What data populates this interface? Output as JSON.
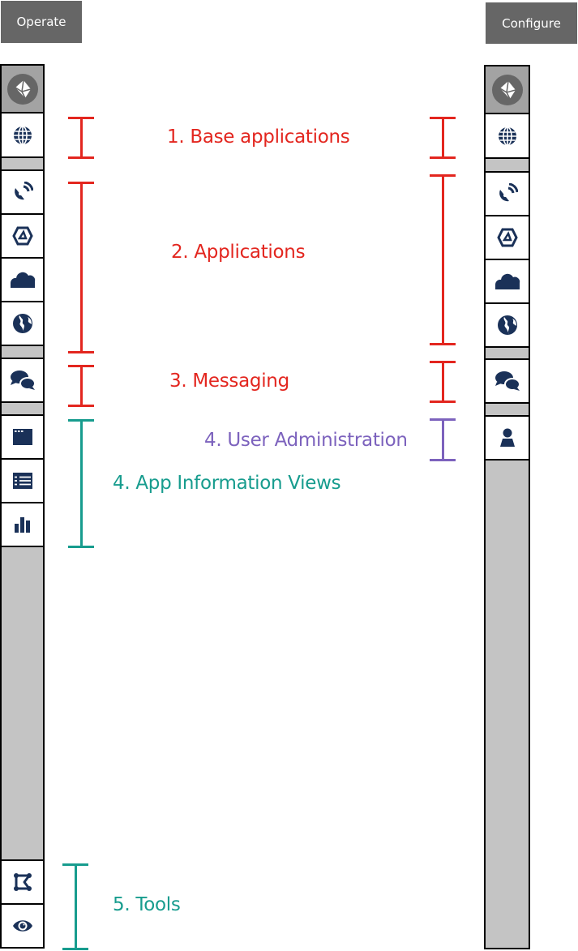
{
  "buttons": {
    "operate": "Operate",
    "configure": "Configure"
  },
  "colors": {
    "red": "#e3261f",
    "teal": "#179c8e",
    "purple": "#7c62bd",
    "icon": "#1a3158",
    "button_bg": "#666666",
    "sidebar_gray": "#c4c4c4",
    "logo_bg": "#a3a3a3"
  },
  "left_sidebar": {
    "items": [
      {
        "icon": "logo-icon"
      },
      {
        "icon": "globe-icon"
      },
      {
        "icon": "satellite-dish-icon"
      },
      {
        "icon": "hexagon-app-icon"
      },
      {
        "icon": "cloud-icon"
      },
      {
        "icon": "earth-icon"
      },
      {
        "icon": "chat-bubbles-icon"
      },
      {
        "icon": "window-icon"
      },
      {
        "icon": "list-icon"
      },
      {
        "icon": "bar-chart-icon"
      },
      {
        "icon": "polygon-tool-icon"
      },
      {
        "icon": "eye-icon"
      }
    ]
  },
  "right_sidebar": {
    "items": [
      {
        "icon": "logo-icon"
      },
      {
        "icon": "globe-icon"
      },
      {
        "icon": "satellite-dish-icon"
      },
      {
        "icon": "hexagon-app-icon"
      },
      {
        "icon": "cloud-icon"
      },
      {
        "icon": "earth-icon"
      },
      {
        "icon": "chat-bubbles-icon"
      },
      {
        "icon": "user-icon"
      }
    ]
  },
  "annotations": {
    "base_applications": "1. Base applications",
    "applications": "2. Applications",
    "messaging": "3. Messaging",
    "user_administration": "4. User Administration",
    "app_information_views": "4. App Information Views",
    "tools": "5. Tools"
  }
}
